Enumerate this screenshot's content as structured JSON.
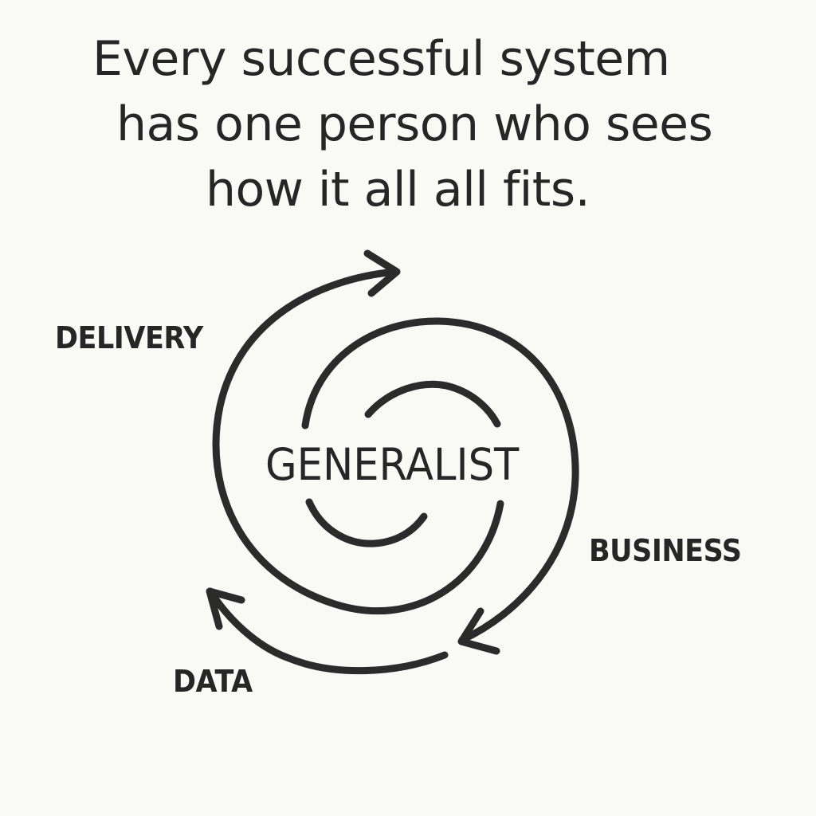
{
  "headline": {
    "lines": [
      "Every successful system",
      "has one person who sees",
      "how it all all fits."
    ]
  },
  "diagram": {
    "center_label": "GENERALIST",
    "labels": {
      "delivery": "DELIVERY",
      "business": "BUSINESS",
      "data": "DATA"
    },
    "icons": {
      "top_arrow": "arrow-right-icon",
      "bottom_right_arrow": "arrow-down-left-icon",
      "bottom_left_arrow": "arrow-up-left-icon"
    },
    "colors": {
      "background": "#f9f9f6",
      "stroke": "#2b2b2b",
      "text": "#262626"
    }
  }
}
